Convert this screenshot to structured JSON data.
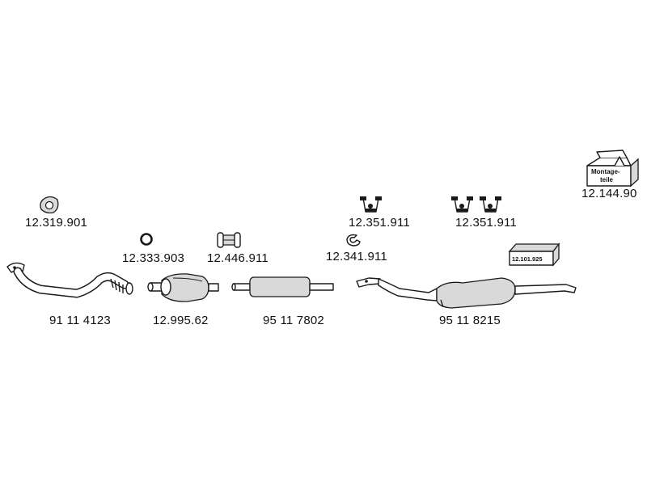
{
  "parts": {
    "gasket_triangle": "12.319.901",
    "ring_gasket": "12.333.903",
    "clamp": "12.446.911",
    "clip": "12.341.911",
    "hanger_a": "12.351.911",
    "hanger_b": "12.351.911",
    "mounting_kit": "12.144.90",
    "front_pipe": "91 11 4123",
    "catalytic_converter": "12.995.62",
    "middle_silencer": "95 11 7802",
    "rear_silencer": "95 11 8215"
  },
  "mounting_kit_box": {
    "line1": "Montage-",
    "line2": "teile"
  },
  "sticker": {
    "label": "12.101.925"
  },
  "colors": {
    "line": "#1a1a1a",
    "shade": "#d9d9d9",
    "background": "#ffffff"
  }
}
